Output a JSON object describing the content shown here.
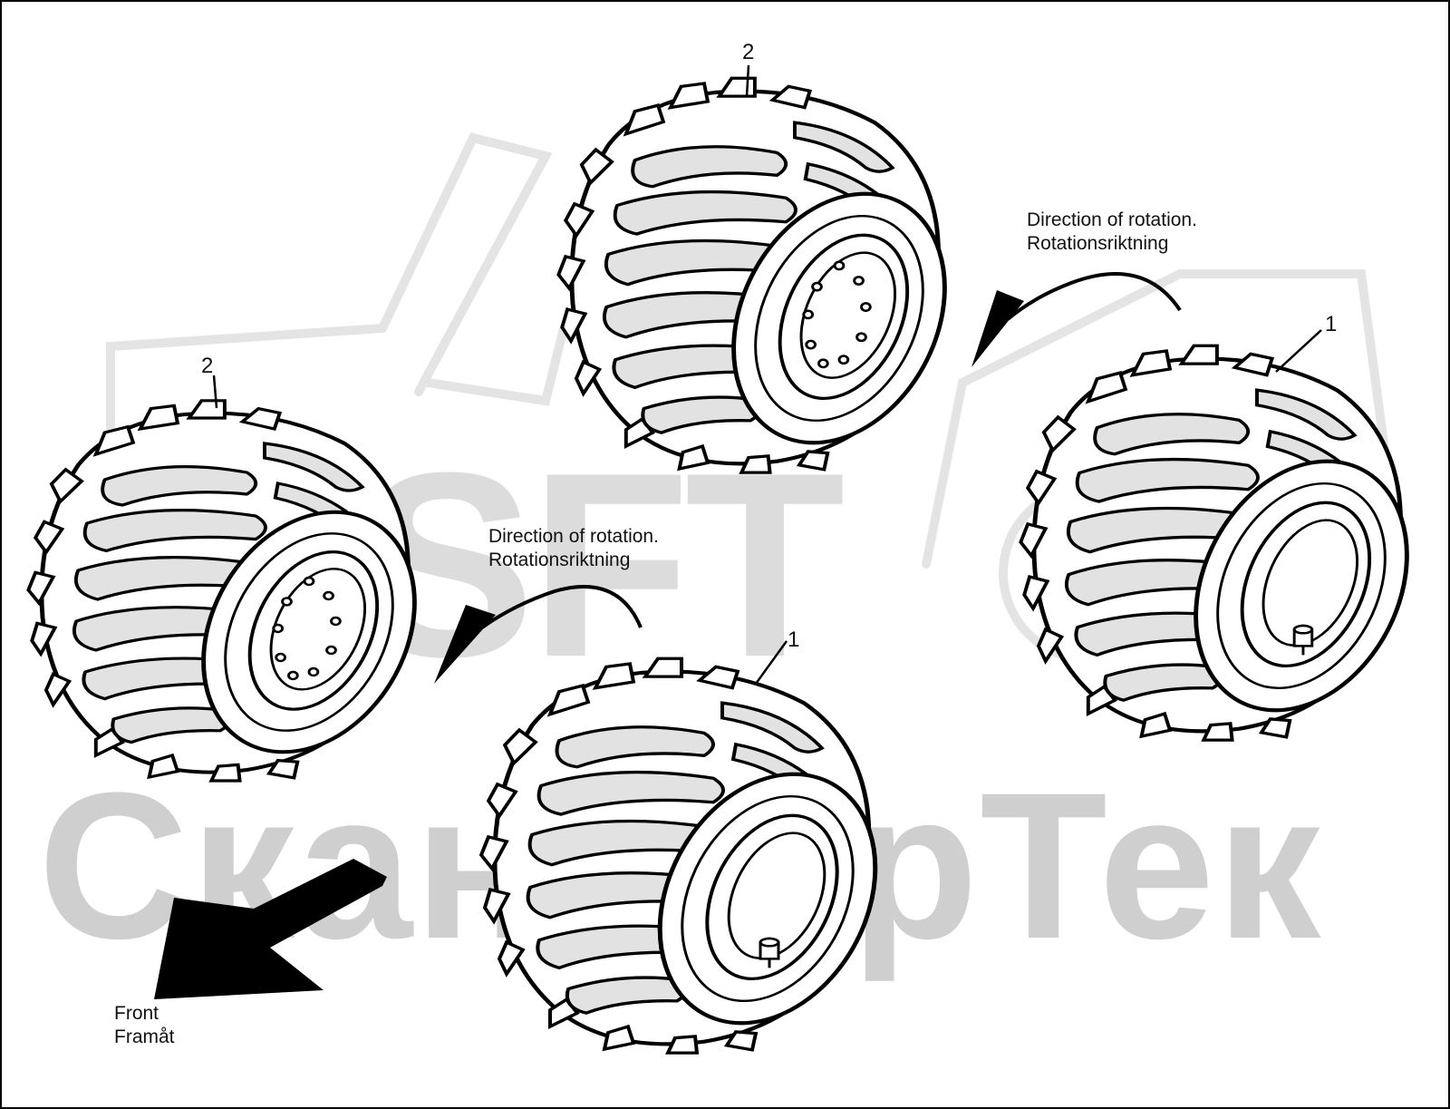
{
  "watermark": {
    "logo": "SFT",
    "brand": "СканФорТек",
    "color": "#cfcfcf"
  },
  "callouts": {
    "rear_left_item": "2",
    "front_left_item": "2",
    "rear_right_item": "1",
    "front_right_item": "1"
  },
  "rotation_note_right": {
    "line1": "Direction of rotation.",
    "line2": "Rotationsriktning"
  },
  "rotation_note_left": {
    "line1": "Direction of rotation.",
    "line2": "Rotationsriktning"
  },
  "front_arrow": {
    "line1": "Front",
    "line2": "Framåt"
  }
}
